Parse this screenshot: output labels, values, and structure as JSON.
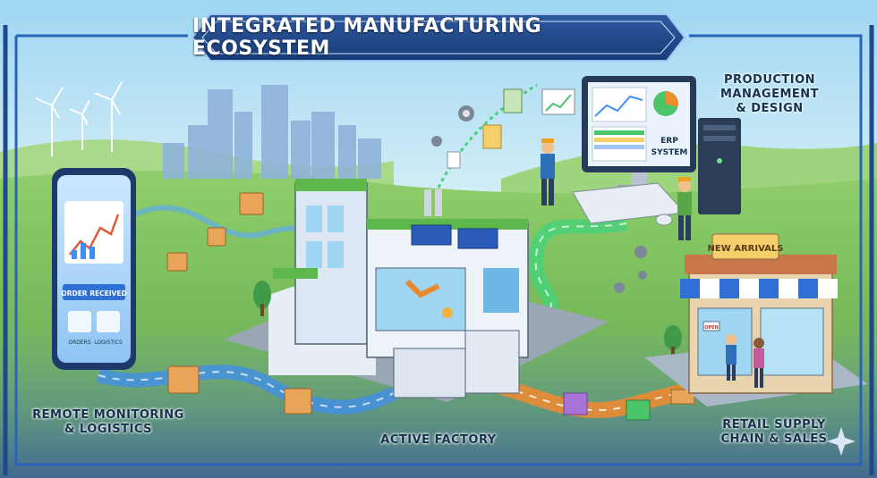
{
  "title": "INTEGRATED MANUFACTURING ECOSYSTEM",
  "labels": {
    "production_line1": "PRODUCTION",
    "production_line2": "MANAGEMENT",
    "production_line3": "& DESIGN",
    "remote_line1": "REMOTE MONITORING",
    "remote_line2": "& LOGISTICS",
    "factory": "ACTIVE FACTORY",
    "retail_line1": "RETAIL SUPPLY",
    "retail_line2": "CHAIN & SALES"
  },
  "phone": {
    "order_badge": "ORDER RECEIVED",
    "tab_orders": "ORDERS",
    "tab_logistics": "LOGISTICS"
  },
  "monitor": {
    "erp_line1": "ERP",
    "erp_line2": "SYSTEM"
  },
  "store": {
    "sign": "NEW ARRIVALS",
    "door_sign": "OPEN"
  },
  "colors": {
    "frame": "#1e4a8a",
    "sky": "#bfe6f7",
    "grass": "#7cc35c",
    "blue_flow": "#3f8ef0",
    "green_flow": "#46d27a",
    "orange_flow": "#f28a2e"
  }
}
